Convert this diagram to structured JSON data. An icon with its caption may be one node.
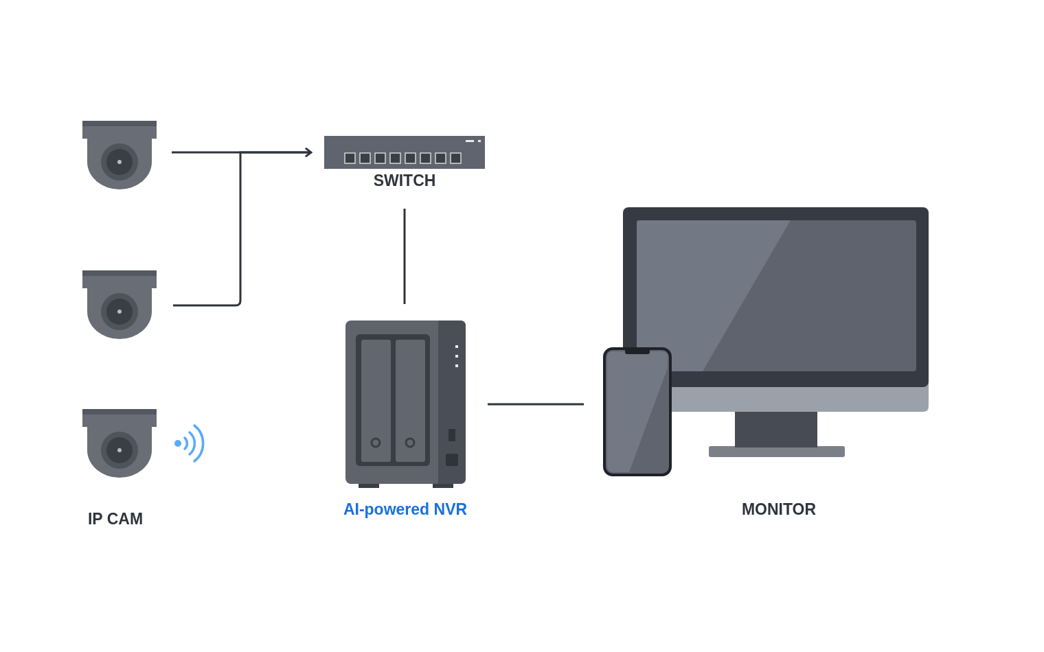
{
  "diagram": {
    "nodes": [
      {
        "text": [],
        "shape": "picture"
      },
      {
        "text": [],
        "shape": "picture"
      },
      {
        "text": [],
        "shape": "picture"
      },
      {
        "text": [],
        "shape": "picture",
        "beside": [
          "SWITCH"
        ]
      },
      {
        "text": [],
        "shape": "picture",
        "beside": [
          "AI-powered NVR"
        ]
      },
      {
        "text": [],
        "shape": "picture"
      },
      {
        "text": [],
        "shape": "picture",
        "beside": [
          "MONITOR"
        ]
      }
    ],
    "edges": [
      {
        "from": 0,
        "to": 3,
        "arrow": "to"
      },
      {
        "from": 1,
        "to": 3,
        "arrow": "to"
      },
      {
        "from": 3,
        "to": 4,
        "arrow": "none"
      },
      {
        "from": 4,
        "to": 5,
        "arrow": "none"
      }
    ],
    "labels": [
      "IP CAM"
    ]
  }
}
